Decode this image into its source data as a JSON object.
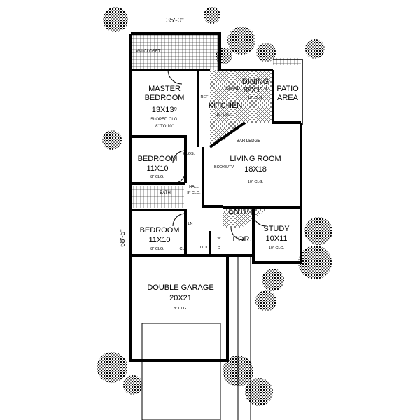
{
  "dimensions": {
    "width": "35'-0\"",
    "depth": "68'-5\""
  },
  "rooms": {
    "walk_in_closet": {
      "name": "W-I CLOSET"
    },
    "master_bedroom": {
      "name_line1": "MASTER",
      "name_line2": "BEDROOM",
      "size": "13X13⁹",
      "ceiling_line1": "SLOPED CLG.",
      "ceiling_line2": "8\" TO 10\""
    },
    "dining": {
      "name": "DINING",
      "size": "8⁸X11⁴",
      "ceiling": "10\" CLG."
    },
    "patio": {
      "name_line1": "PATIO",
      "name_line2": "AREA"
    },
    "kitchen": {
      "name": "KITCHEN",
      "ceiling": "10\" CLG.",
      "island": "ISLAND",
      "ref": "REF",
      "dw": "DW",
      "bar": "BAR LEDGE"
    },
    "bedroom2": {
      "name": "BEDROOM",
      "size": "11X10",
      "ceiling": "8\" CLG.",
      "closet": "CLOS."
    },
    "living_room": {
      "name": "LIVING ROOM",
      "size": "18X18",
      "ceiling": "10\" CLG.",
      "books": "BOOKS/TV"
    },
    "bath": {
      "name": "BATH"
    },
    "hall": {
      "name": "HALL",
      "ceiling": "8\" CLG."
    },
    "entry": {
      "name": "ENTRY"
    },
    "bedroom3": {
      "name": "BEDROOM",
      "size": "11X10",
      "ceiling": "8\" CLG.",
      "closet": "CL",
      "linen": "LN"
    },
    "utility": {
      "name": "UTIL",
      "w": "W",
      "d": "D"
    },
    "porch": {
      "name": "POR."
    },
    "study": {
      "name": "STUDY",
      "size": "10X11",
      "ceiling": "10\" CLG."
    },
    "garage": {
      "name": "DOUBLE GARAGE",
      "size": "20X21",
      "ceiling": "8\" CLG."
    }
  }
}
